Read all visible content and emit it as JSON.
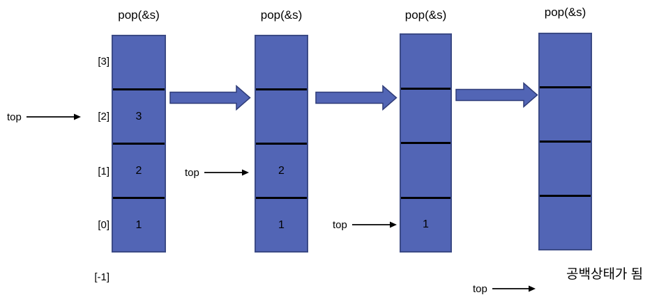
{
  "colors": {
    "background": "#FFFFFF",
    "cell_fill": "#5265B5",
    "cell_border": "#3B4A86",
    "divider": "#000000",
    "arrow_fill": "#5265B5",
    "arrow_border": "#2F3C78",
    "text": "#000000"
  },
  "index_labels": [
    "[3]",
    "[2]",
    "[1]",
    "[0]",
    "[-1]"
  ],
  "stacks": [
    {
      "title": "pop(&s)",
      "cells": [
        "",
        "3",
        "2",
        "1"
      ]
    },
    {
      "title": "pop(&s)",
      "cells": [
        "",
        "",
        "2",
        "1"
      ]
    },
    {
      "title": "pop(&s)",
      "cells": [
        "",
        "",
        "",
        "1"
      ]
    },
    {
      "title": "pop(&s)",
      "cells": [
        "",
        "",
        "",
        ""
      ]
    }
  ],
  "top_pointers": [
    {
      "label": "top",
      "points_at": "[2]"
    },
    {
      "label": "top",
      "points_at": "[1]"
    },
    {
      "label": "top",
      "points_at": "[0]"
    },
    {
      "label": "top",
      "points_at": "[-1]"
    }
  ],
  "caption": "공백상태가 됨"
}
